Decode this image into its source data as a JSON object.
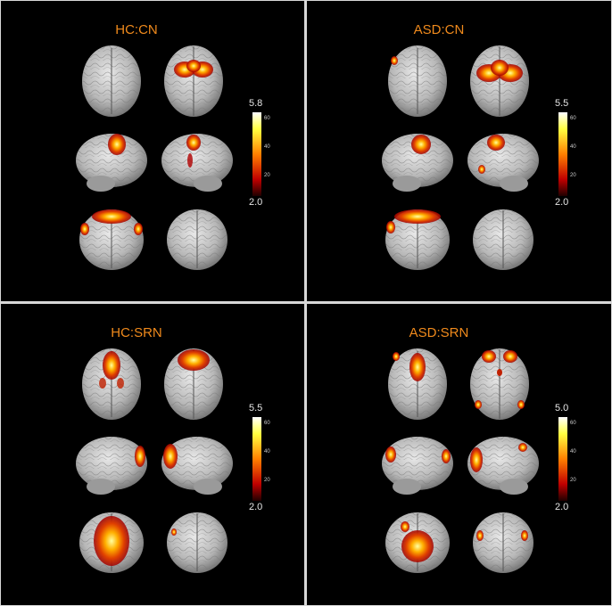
{
  "panels": [
    {
      "title": "HC:CN",
      "scale_max": "5.8",
      "scale_min": "2.0",
      "tick_labels": [
        "60",
        "40",
        "20"
      ]
    },
    {
      "title": "ASD:CN",
      "scale_max": "5.5",
      "scale_min": "2.0",
      "tick_labels": [
        "60",
        "40",
        "20"
      ]
    },
    {
      "title": "HC:SRN",
      "scale_max": "5.5",
      "scale_min": "2.0",
      "tick_labels": [
        "60",
        "40",
        "20"
      ]
    },
    {
      "title": "ASD:SRN",
      "scale_max": "5.0",
      "scale_min": "2.0",
      "tick_labels": [
        "60",
        "40",
        "20"
      ]
    }
  ],
  "colors": {
    "background": "#000000",
    "title": "#f08a1c",
    "brain": "#bdbdbd",
    "activation_hot": "#ffff66",
    "activation_mid": "#ff8800",
    "activation_low": "#b00000",
    "divider": "#d8d8d8"
  }
}
